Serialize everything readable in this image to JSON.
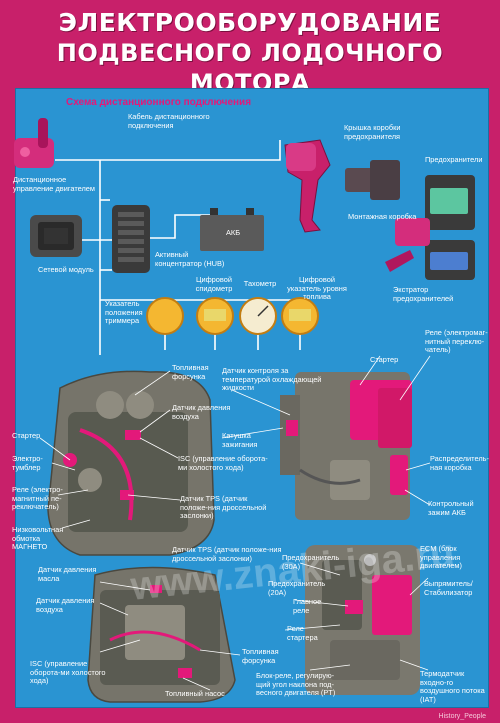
{
  "title": {
    "line1": "ЭЛЕКТРООБОРУДОВАНИЕ",
    "line2": "ПОДВЕСНОГО ЛОДОЧНОГО МОТОРА"
  },
  "scheme": {
    "title": "Схема дистанционного подключения",
    "labels": {
      "cable": "Кабель дистанционного подключения",
      "remote": "Дистанционное управление двигателем",
      "fusebox_cover": "Крышка коробки предохранителя",
      "fuses": "Предохранители",
      "mount_box": "Монтажная коробка",
      "extractor": "Экстратор предохранителей",
      "network": "Сетевой модуль",
      "hub": "Активный концентратор (HUB)",
      "battery": "АКБ",
      "digital_speed": "Цифровой спидометр",
      "tacho": "Тахометр",
      "digital_fuel": "Цифровой указатель уровня топлива",
      "trim": "Указатель положения триммера"
    }
  },
  "engine1": {
    "labels": {
      "injector": "Топливная форсунка",
      "air_pressure": "Датчик давления воздуха",
      "starter": "Стартер",
      "throttle": "Электро-тумблер",
      "relay": "Реле (электро-магнитный пе-реключатель)",
      "low_voltage": "Низковольтная обмотка МАГНЕТО",
      "isc": "ISC (управление оборота-ми холостого хода)",
      "tps": "Датчик TPS (датчик положе-ния дроссельной заслонки)"
    }
  },
  "engine2": {
    "labels": {
      "coolant_sensor": "Датчик контроля за температурой охлаждающей жидкости",
      "ign_coil": "Катушка зажигания",
      "starter": "Стартер",
      "relay": "Реле (электромаг-нитный переклю-чатель)",
      "dist_box": "Распределитель-ная коробка",
      "terminal": "Контрольный зажим АКБ"
    }
  },
  "engine3": {
    "labels": {
      "oil_pressure": "Датчик давления масла",
      "air_pressure": "Датчик давления воздуха",
      "isc": "ISC (управление оборота-ми холостого хода)",
      "fuel_pump": "Топливный насос",
      "tps": "Датчик TPS (датчик положе-ния дроссельной заслонки)",
      "injector": "Топливная форсунка"
    }
  },
  "engine4": {
    "labels": {
      "fuse30": "Предохранитель (30А)",
      "fuse20": "Предохранитель (20А)",
      "main_relay": "Главное реле",
      "starter_relay": "Реле стартера",
      "block_relay": "Блок-реле, регулирую-щий угол наклона под-весного двигателя (PT)",
      "ecm": "ECM (блок управления двигателем)",
      "rectifier": "Выпрямитель/ Стабилизатор",
      "iat": "Термодатчик входно-го воздушного потока (IAT)"
    }
  },
  "watermark": "www.znaki-iga.ru",
  "footer": "History_People",
  "colors": {
    "background": "#c8206a",
    "panel": "#2a94d2",
    "accent": "#e3197a",
    "engine": "#6c6a62"
  }
}
